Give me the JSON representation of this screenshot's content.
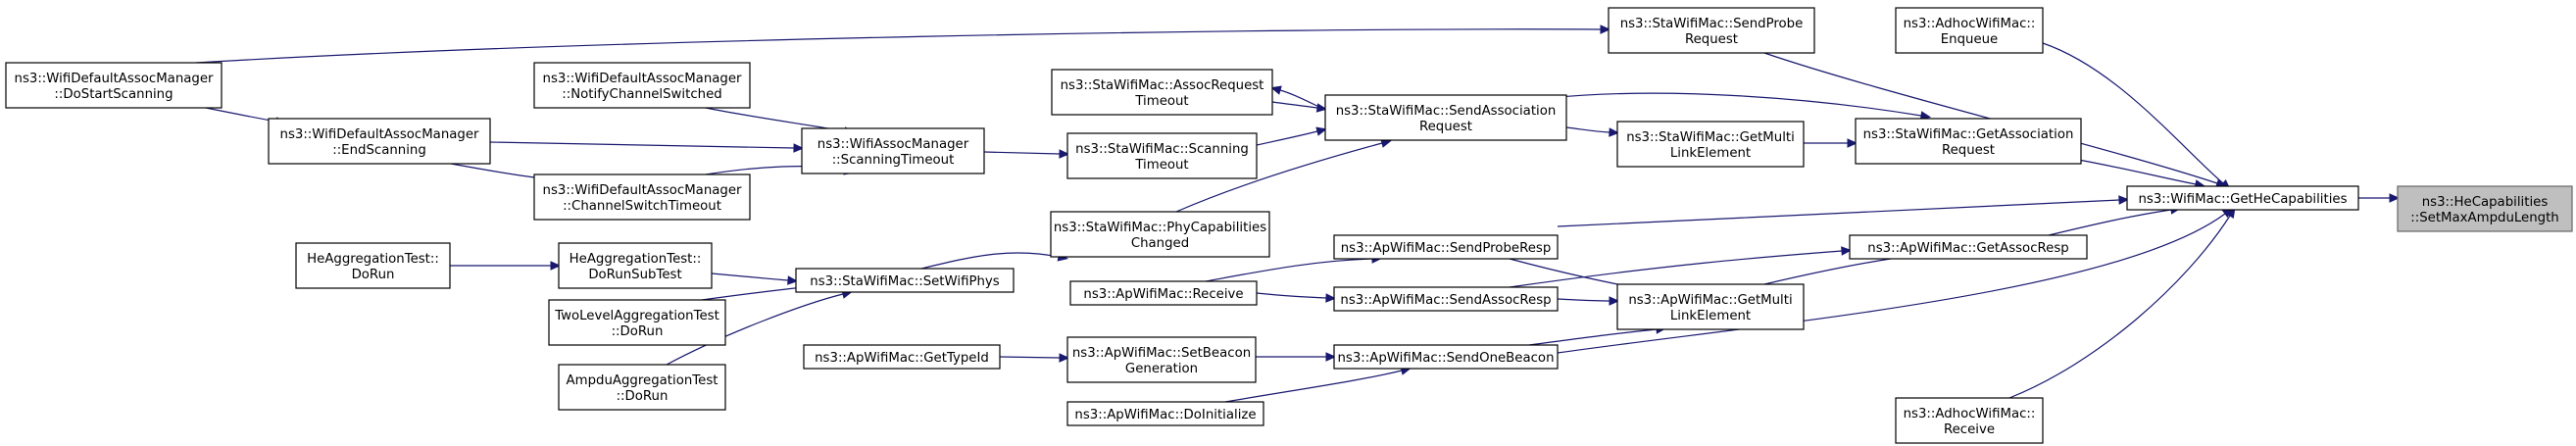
{
  "colors": {
    "edge": "#191970",
    "node_border": "#000000",
    "root_fill": "#bfbfbf",
    "root_border": "#666666",
    "background": "#ffffff"
  },
  "nodes": {
    "root": [
      "ns3::HeCapabilities",
      "::SetMaxAmpduLength"
    ],
    "get_he_capabilities": [
      "ns3::WifiMac::GetHeCapabilities"
    ],
    "adhoc_enqueue": [
      "ns3::AdhocWifiMac::",
      "Enqueue"
    ],
    "adhoc_receive": [
      "ns3::AdhocWifiMac::",
      "Receive"
    ],
    "sta_send_probe_request": [
      "ns3::StaWifiMac::SendProbe",
      "Request"
    ],
    "sta_get_association_request": [
      "ns3::StaWifiMac::GetAssociation",
      "Request"
    ],
    "sta_get_multi_link_element": [
      "ns3::StaWifiMac::GetMulti",
      "LinkElement"
    ],
    "sta_send_association_request": [
      "ns3::StaWifiMac::SendAssociation",
      "Request"
    ],
    "sta_assoc_request_timeout": [
      "ns3::StaWifiMac::AssocRequest",
      "Timeout"
    ],
    "sta_scanning_timeout": [
      "ns3::StaWifiMac::Scanning",
      "Timeout"
    ],
    "sta_phy_capabilities_changed": [
      "ns3::StaWifiMac::PhyCapabilities",
      "Changed"
    ],
    "sta_set_wifi_phys": [
      "ns3::StaWifiMac::SetWifiPhys"
    ],
    "assoc_mgr_scanning_timeout": [
      "ns3::WifiAssocManager",
      "::ScanningTimeout"
    ],
    "default_notify_channel_switched": [
      "ns3::WifiDefaultAssocManager",
      "::NotifyChannelSwitched"
    ],
    "default_end_scanning": [
      "ns3::WifiDefaultAssocManager",
      "::EndScanning"
    ],
    "default_channel_switch_timeout": [
      "ns3::WifiDefaultAssocManager",
      "::ChannelSwitchTimeout"
    ],
    "default_do_start_scanning": [
      "ns3::WifiDefaultAssocManager",
      "::DoStartScanning"
    ],
    "he_aggregation_test_do_run": [
      "HeAggregationTest::",
      "DoRun"
    ],
    "he_aggregation_test_do_run_sub_test": [
      "HeAggregationTest::",
      "DoRunSubTest"
    ],
    "two_level_aggregation_test_do_run": [
      "TwoLevelAggregationTest",
      "::DoRun"
    ],
    "ampdu_aggregation_test_do_run": [
      "AmpduAggregationTest",
      "::DoRun"
    ],
    "ap_get_assoc_resp": [
      "ns3::ApWifiMac::GetAssocResp"
    ],
    "ap_get_multi_link_element": [
      "ns3::ApWifiMac::GetMulti",
      "LinkElement"
    ],
    "ap_send_probe_resp": [
      "ns3::ApWifiMac::SendProbeResp"
    ],
    "ap_send_assoc_resp": [
      "ns3::ApWifiMac::SendAssocResp"
    ],
    "ap_send_one_beacon": [
      "ns3::ApWifiMac::SendOneBeacon"
    ],
    "ap_receive": [
      "ns3::ApWifiMac::Receive"
    ],
    "ap_set_beacon_generation": [
      "ns3::ApWifiMac::SetBeacon",
      "Generation"
    ],
    "ap_get_type_id": [
      "ns3::ApWifiMac::GetTypeId"
    ],
    "ap_do_initialize": [
      "ns3::ApWifiMac::DoInitialize"
    ]
  }
}
